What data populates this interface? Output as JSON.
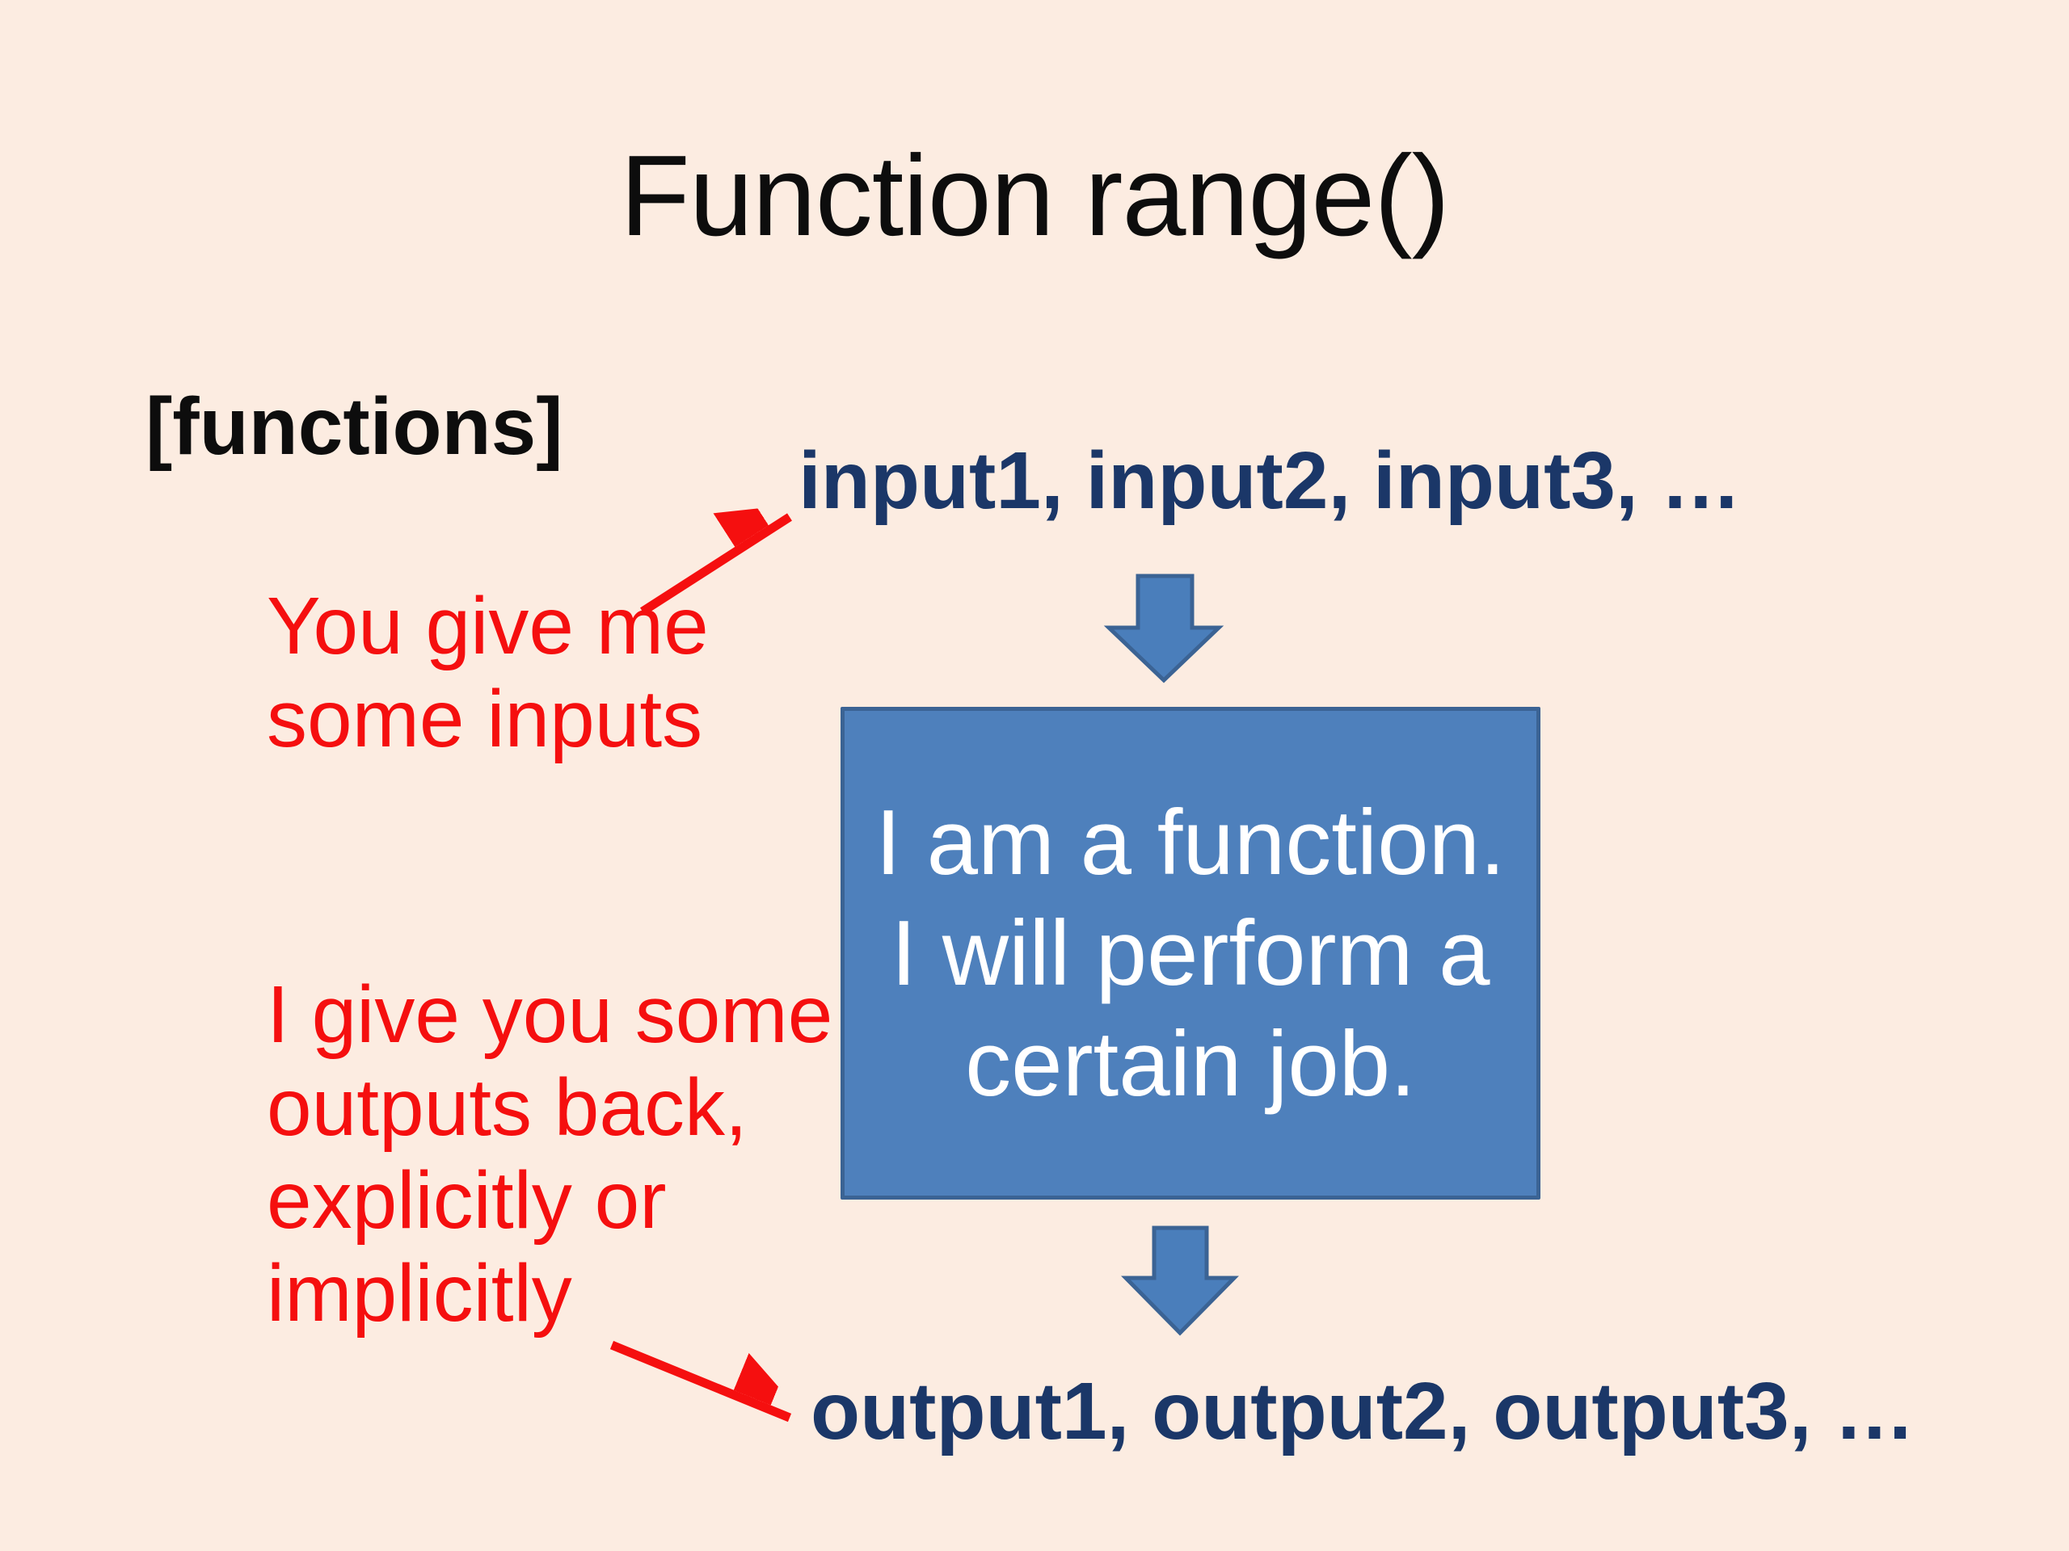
{
  "slide": {
    "title": "Function range()",
    "functions_label": "[functions]",
    "inputs_line": "input1, input2, input3, …",
    "outputs_line": "output1, output2, output3, …",
    "annotation_inputs": [
      "You give me",
      "some inputs"
    ],
    "annotation_outputs": [
      "I give you some",
      "outputs back,",
      "explicitly or",
      "implicitly"
    ],
    "function_box": [
      "I am a function.",
      "I will perform a",
      "certain job."
    ],
    "colors": {
      "background": "#fcece1",
      "title": "#0d0d0d",
      "navy": "#1b3768",
      "red": "#f50f0f",
      "box_fill": "#4e80bc",
      "box_border": "#3b6394",
      "box_text": "#ffffff",
      "arrow_fill": "#4a7ebb",
      "arrow_border": "#3b6394"
    }
  }
}
